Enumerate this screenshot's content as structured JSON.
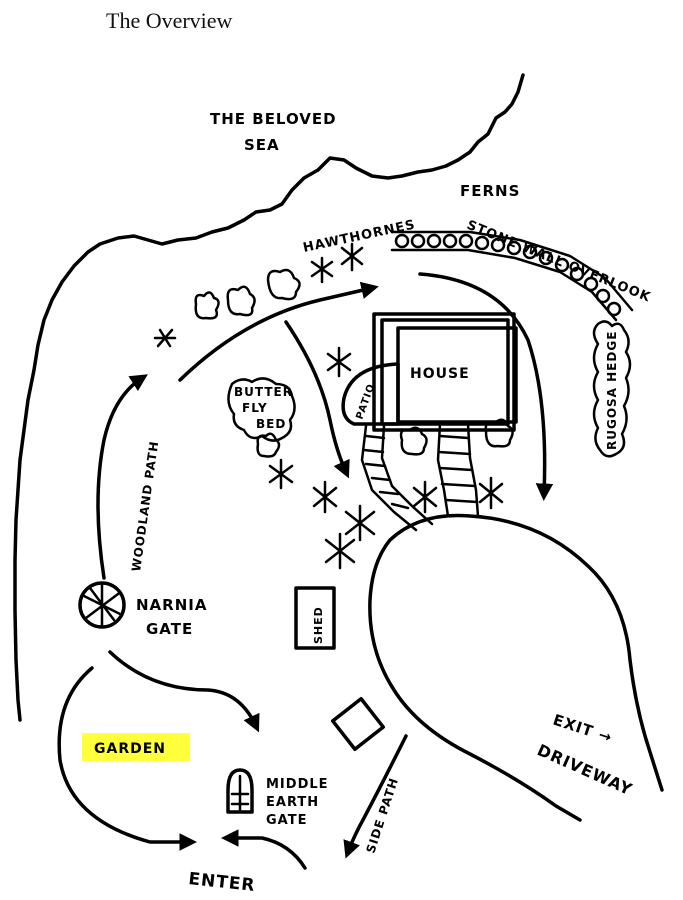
{
  "page": {
    "title": "The Overview"
  },
  "highlight_color": "#ffff3c",
  "labels": {
    "sea": "THE BELOVED\nSEA",
    "ferns": "FERNS",
    "hawthornes": "HAWTHORNES",
    "stone_wall_overlook": "STONE WALL OVERLOOK",
    "rugosa_hedge": "RUGOSA HEDGE",
    "house": "HOUSE",
    "patio": "PATIO",
    "butterfly_bed": "BUTTER\nFLY\nBED",
    "woodland_path": "WOODLAND PATH",
    "narnia_gate": "NARNIA\nGATE",
    "shed": "SHED",
    "garden": "GARDEN",
    "middle_earth_gate": "MIDDLE\nEARTH\nGATE",
    "side_path": "SIDE PATH",
    "enter": "ENTER",
    "exit_driveway": "EXIT →\nDRIVEWAY"
  }
}
